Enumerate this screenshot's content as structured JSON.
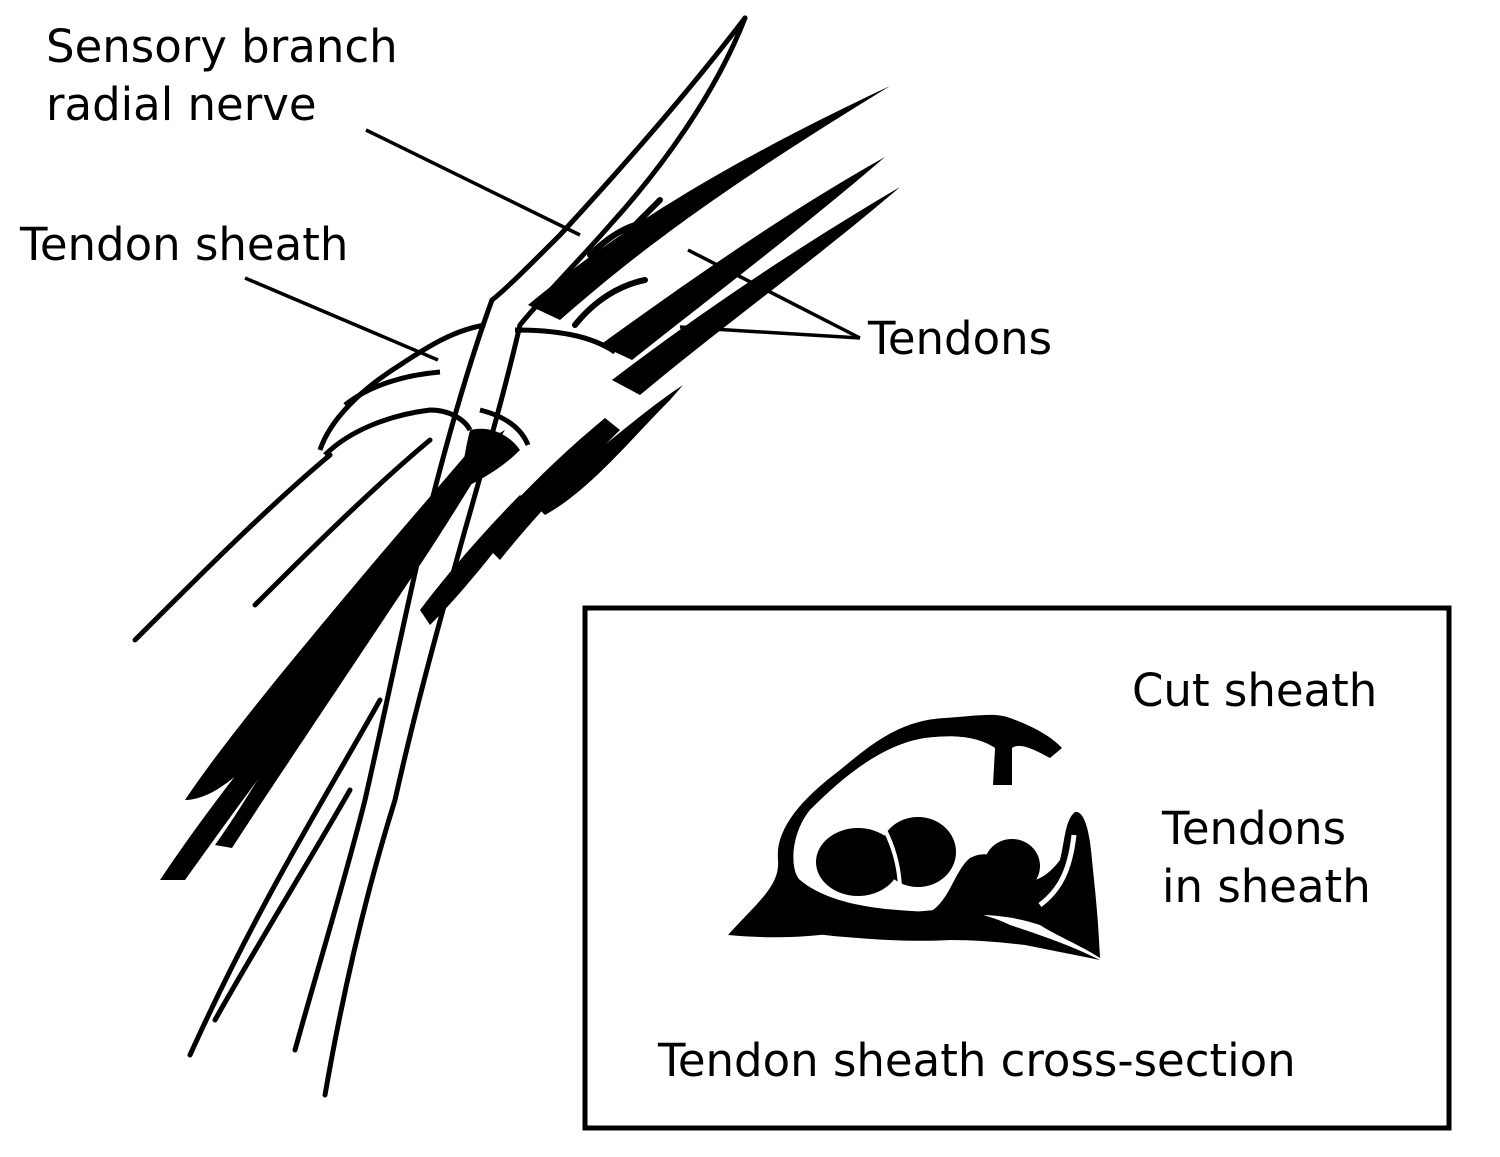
{
  "labels": {
    "sensory_nerve_line1": "Sensory branch",
    "sensory_nerve_line2": "radial nerve",
    "tendon_sheath": "Tendon sheath",
    "tendons": "Tendons",
    "cut_sheath": "Cut sheath",
    "tendons_in_sheath_line1": "Tendons",
    "tendons_in_sheath_line2": "in sheath",
    "inset_caption": "Tendon sheath cross-section"
  },
  "colors": {
    "ink": "#000000",
    "paper": "#ffffff"
  }
}
